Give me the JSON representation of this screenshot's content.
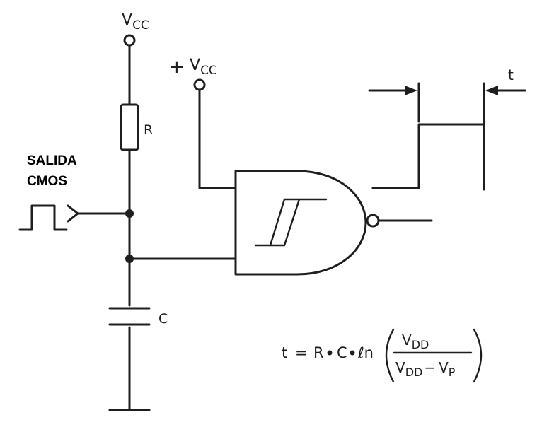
{
  "labels": {
    "vcc_top_main": "V",
    "vcc_top_sub": "CC",
    "vcc_plus": "+",
    "vcc_gate_main": "V",
    "vcc_gate_sub": "CC",
    "resistor": "R",
    "capacitor": "C",
    "output_period": "t",
    "input_line1": "SALIDA",
    "input_line2": "CMOS"
  },
  "formula": {
    "lhs": "t",
    "equals": "=",
    "r": "R",
    "c": "C",
    "ln": "ℓn",
    "numerator_main": "V",
    "numerator_sub": "DD",
    "denominator_a_main": "V",
    "denominator_a_sub": "DD",
    "denominator_minus": "−",
    "denominator_b_main": "V",
    "denominator_b_sub": "P"
  }
}
